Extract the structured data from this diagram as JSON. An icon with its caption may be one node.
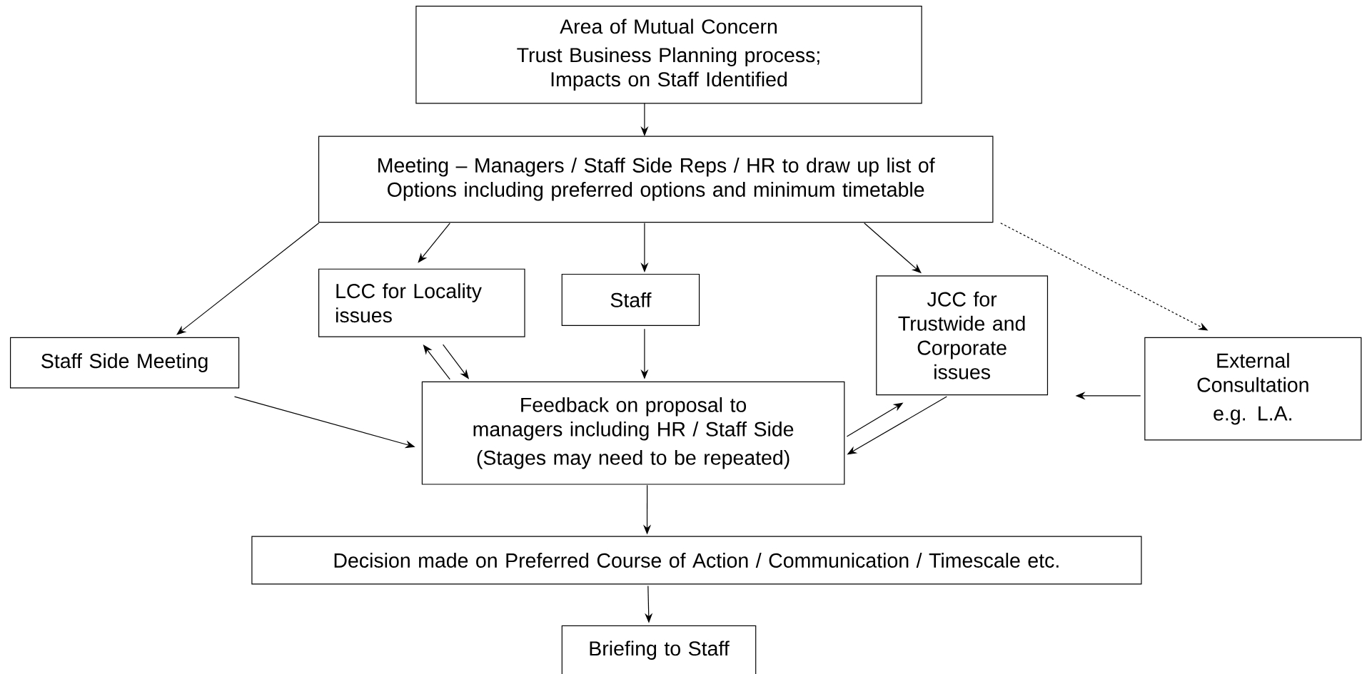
{
  "diagram": {
    "nodes": [
      {
        "text": [
          "Area of Mutual Concern",
          "Trust Business Planning process; Impacts on Staff Identified"
        ]
      },
      {
        "text": [
          "Meeting – Managers / Staff Side Reps / HR to draw up list of Options including preferred options and minimum timetable"
        ]
      },
      {
        "text": [
          "LCC for Locality issues"
        ]
      },
      {
        "text": [
          "Staff"
        ]
      },
      {
        "text": [
          "JCC for Trustwide and Corporate issues"
        ]
      },
      {
        "text": [
          "Staff Side Meeting"
        ]
      },
      {
        "text": [
          "External Consultation",
          "e.g. L.A."
        ]
      },
      {
        "text": [
          "Feedback on proposal to managers including HR / Staff Side",
          "(Stages may need to be repeated)"
        ]
      },
      {
        "text": [
          "Decision made on Preferred Course of Action / Communication / Timescale etc."
        ]
      },
      {
        "text": [
          "Briefing to Staff"
        ]
      }
    ],
    "edges": [
      {
        "from": 0,
        "to": 1,
        "arrow": "to"
      },
      {
        "from": 1,
        "to": 5,
        "arrow": "to"
      },
      {
        "from": 1,
        "to": 2,
        "arrow": "to"
      },
      {
        "from": 1,
        "to": 3,
        "arrow": "to"
      },
      {
        "from": 1,
        "to": 4,
        "arrow": "to"
      },
      {
        "from": 1,
        "to": 6,
        "arrow": "to",
        "style": "dashed"
      },
      {
        "from": 7,
        "to": 2,
        "arrow": "to"
      },
      {
        "from": 2,
        "to": 7,
        "arrow": "to"
      },
      {
        "from": 3,
        "to": 7,
        "arrow": "to"
      },
      {
        "from": 5,
        "to": 7,
        "arrow": "to"
      },
      {
        "from": 7,
        "to": 4,
        "arrow": "to"
      },
      {
        "from": 4,
        "to": 7,
        "arrow": "to"
      },
      {
        "from": 6,
        "to": 4,
        "arrow": "to"
      },
      {
        "from": 7,
        "to": 8,
        "arrow": "to"
      },
      {
        "from": 8,
        "to": 9,
        "arrow": "to"
      }
    ]
  }
}
